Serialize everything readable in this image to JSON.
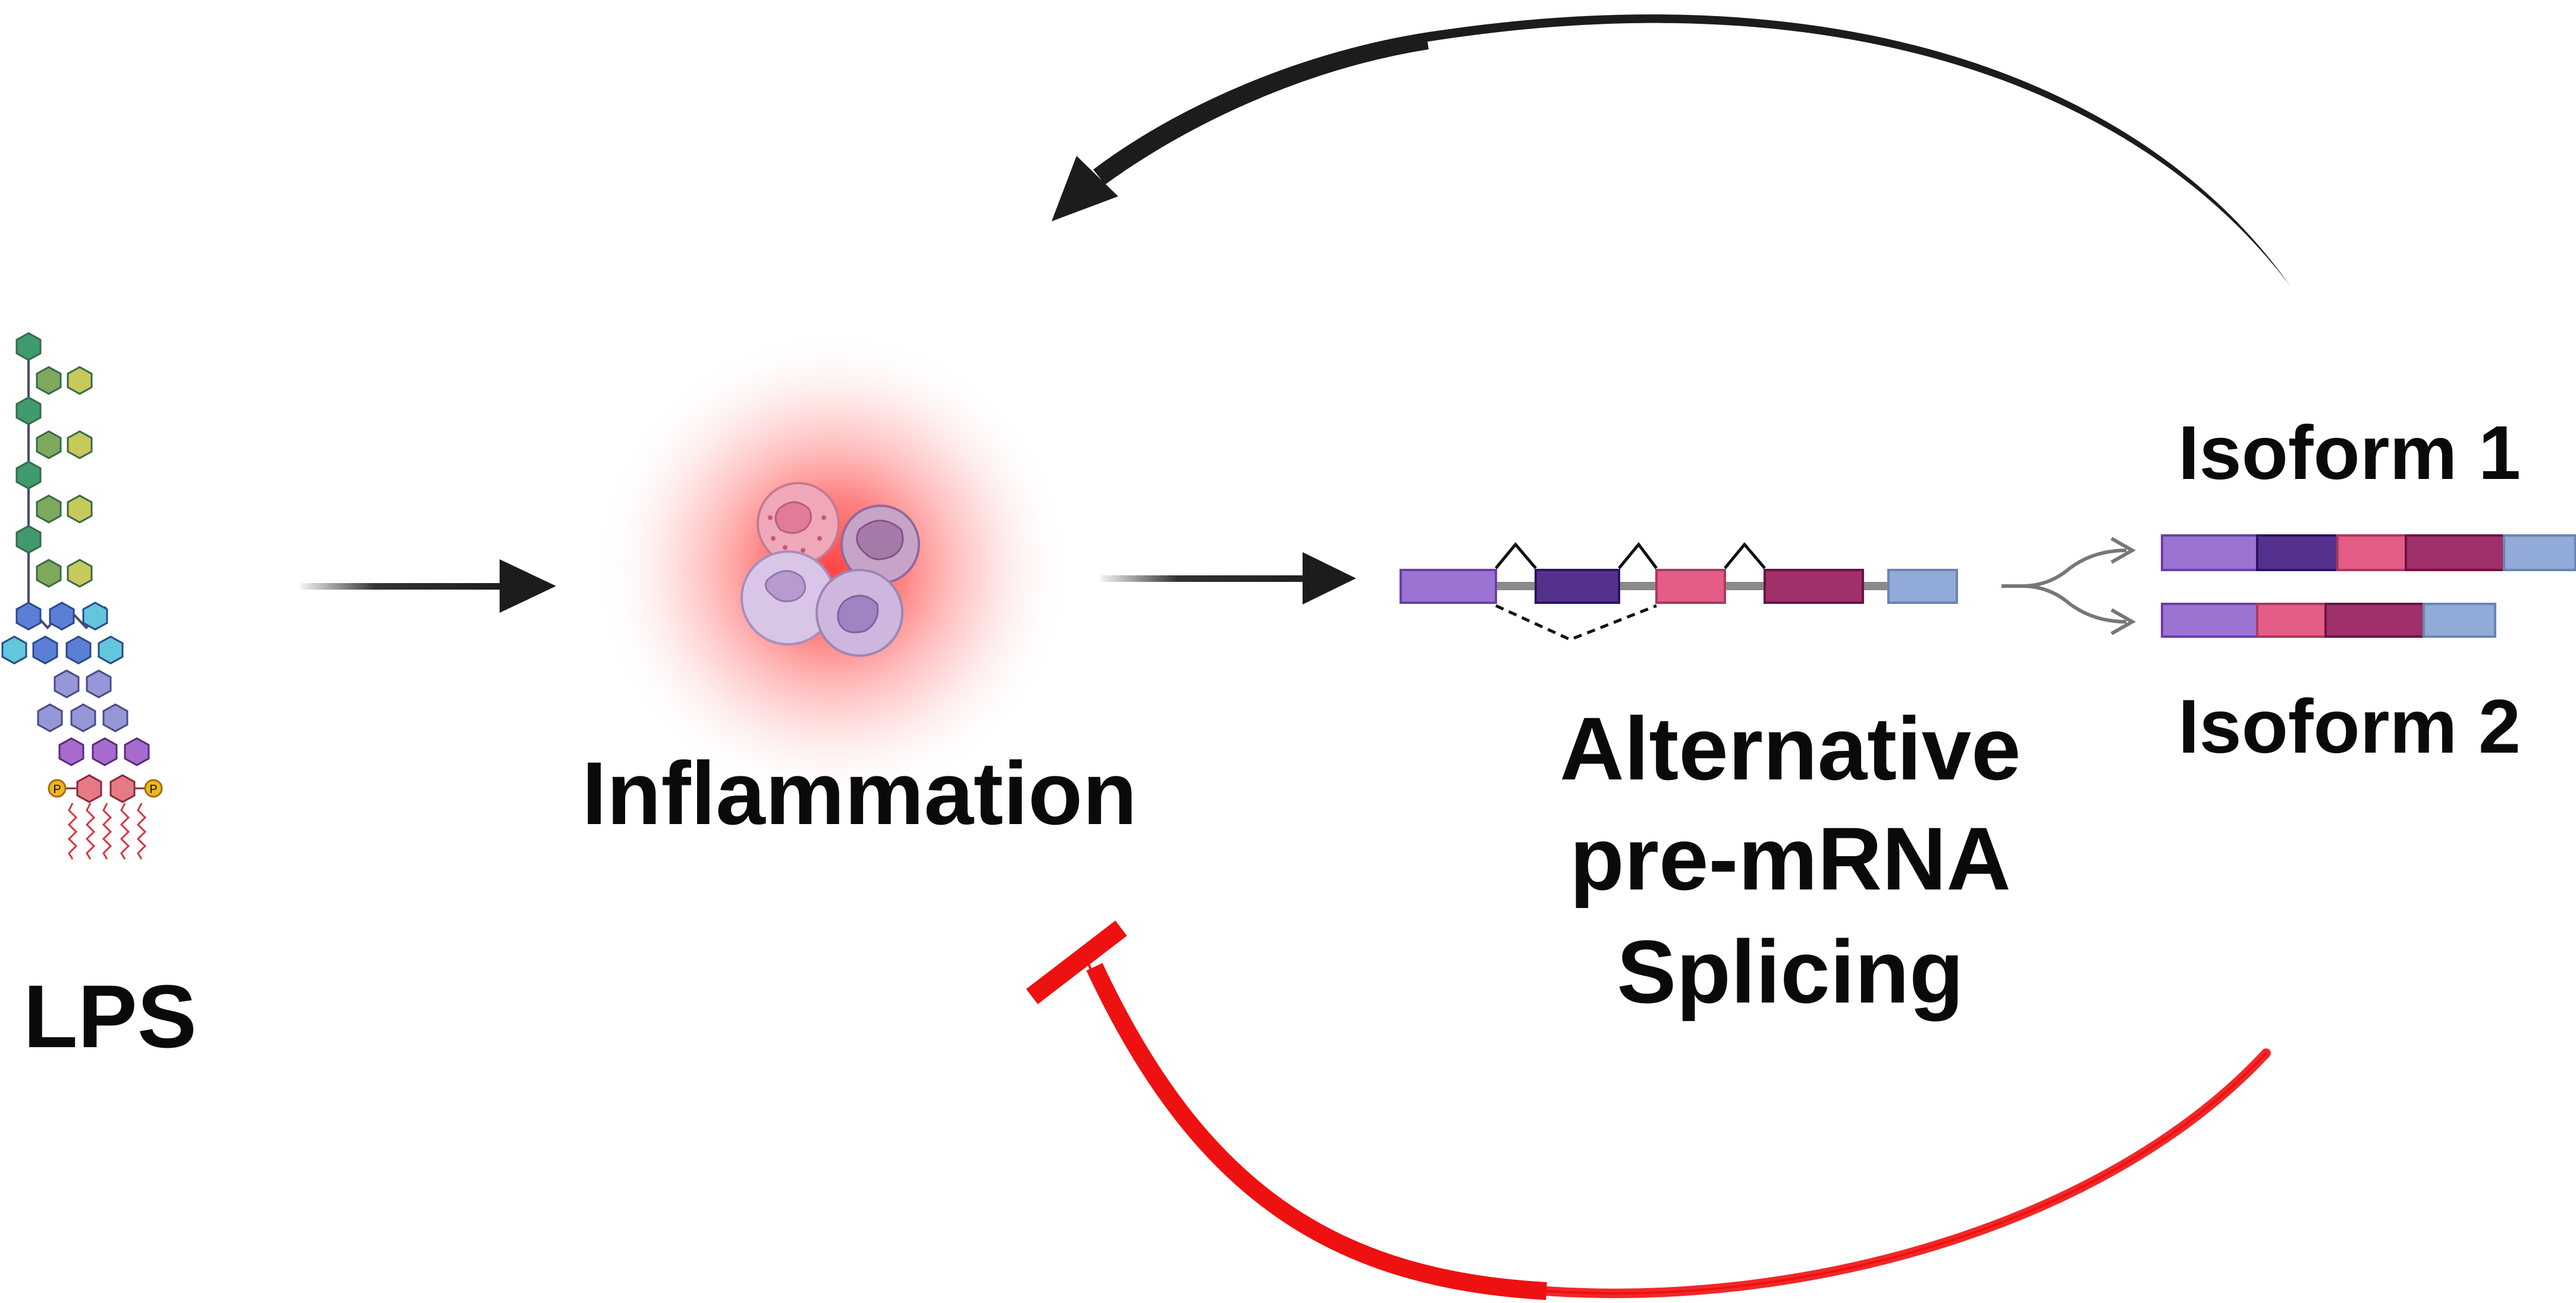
{
  "labels": {
    "lps": "LPS",
    "inflammation": "Inflammation",
    "splicing_line1": "Alternative",
    "splicing_line2": "pre-mRNA",
    "splicing_line3": "Splicing",
    "isoform1": "Isoform 1",
    "isoform2": "Isoform 2",
    "phosphate": "P"
  },
  "colors": {
    "arrow": "#1c1c1c",
    "inhibit": "#ee1111",
    "exon1": "#9b74d3",
    "exon2": "#55318e",
    "exon3": "#e35d86",
    "exon4": "#a0306a",
    "exon5": "#91aad8",
    "intron": "#8a8a8a",
    "glow": "#ff4d4d"
  },
  "icons": {
    "lps_molecule": "lps-molecule-icon",
    "immune_cells": "immune-cells-icon",
    "pre_mrna": "pre-mrna-icon",
    "branch": "branch-arrow-icon"
  }
}
